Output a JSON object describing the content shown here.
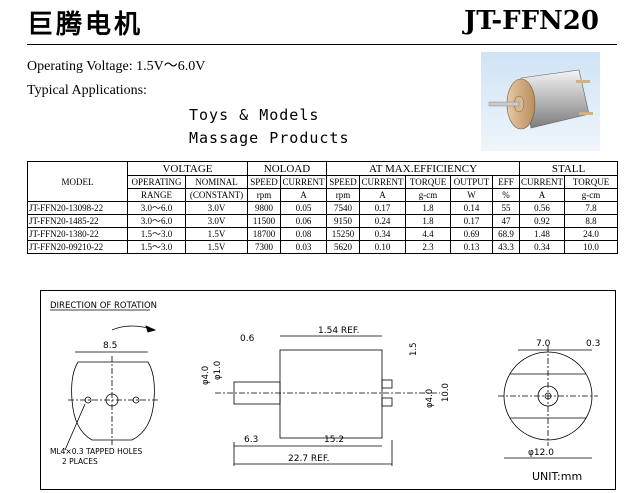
{
  "header": {
    "brand": "巨腾电机",
    "model": "JT-FFN20"
  },
  "intro": {
    "voltage_line": "Operating Voltage: 1.5V～6.0V",
    "applications_label": "Typical Applications:",
    "applications": [
      "Toys  &  Models",
      "Massage  Products"
    ]
  },
  "table": {
    "group_headers": [
      "VOLTAGE",
      "NOLOAD",
      "AT MAX.EFFICIENCY",
      "STALL"
    ],
    "model_header": "MODEL",
    "sub_headers": [
      "OPERATING",
      "NOMINAL",
      "SPEED",
      "CURRENT",
      "SPEED",
      "CURRENT",
      "TORQUE",
      "OUTPUT",
      "EFF",
      "CURRENT",
      "TORQUE"
    ],
    "unit_headers": [
      "RANGE",
      "(CONSTANT)",
      "rpm",
      "A",
      "rpm",
      "A",
      "g-cm",
      "W",
      "%",
      "A",
      "g-cm"
    ],
    "rows": [
      [
        "JT-FFN20-13098-22",
        "3.0～6.0",
        "3.0V",
        "9800",
        "0.05",
        "7540",
        "0.17",
        "1.8",
        "0.14",
        "55",
        "0.56",
        "7.8"
      ],
      [
        "JT-FFN20-1485-22",
        "3.0～6.0",
        "3.0V",
        "11500",
        "0.06",
        "9150",
        "0.24",
        "1.8",
        "0.17",
        "47",
        "0.92",
        "8.8"
      ],
      [
        "JT-FFN20-1380-22",
        "1.5～3.0",
        "1.5V",
        "18700",
        "0.08",
        "15250",
        "0.34",
        "4.4",
        "0.69",
        "68.9",
        "1.48",
        "24.0"
      ],
      [
        "JT-FFN20-09210-22",
        "1.5～3.0",
        "1.5V",
        "7300",
        "0.03",
        "5620",
        "0.10",
        "2.3",
        "0.13",
        "43.3",
        "0.34",
        "10.0"
      ]
    ]
  },
  "drawing": {
    "direction_label": "DIRECTION OF ROTATION",
    "dim_8_5": "8.5",
    "dim_d4": "φ4.0",
    "dim_d1": "φ1.0",
    "dim_0_6": "0.6",
    "dim_154": "1.54 REF.",
    "dim_1_5": "1.5",
    "dim_d40b": "φ4.0",
    "dim_10": "10.0",
    "dim_6_3": "6.3",
    "dim_15_2": "15.2",
    "dim_22_7": "22.7 REF.",
    "dim_7_0": "7.0",
    "dim_0_3": "0.3",
    "dim_d12": "φ12.0",
    "holes_note_1": "ML4×0.3 TAPPED HOLES",
    "holes_note_2": "2 PLACES",
    "unit": "UNIT:mm"
  }
}
